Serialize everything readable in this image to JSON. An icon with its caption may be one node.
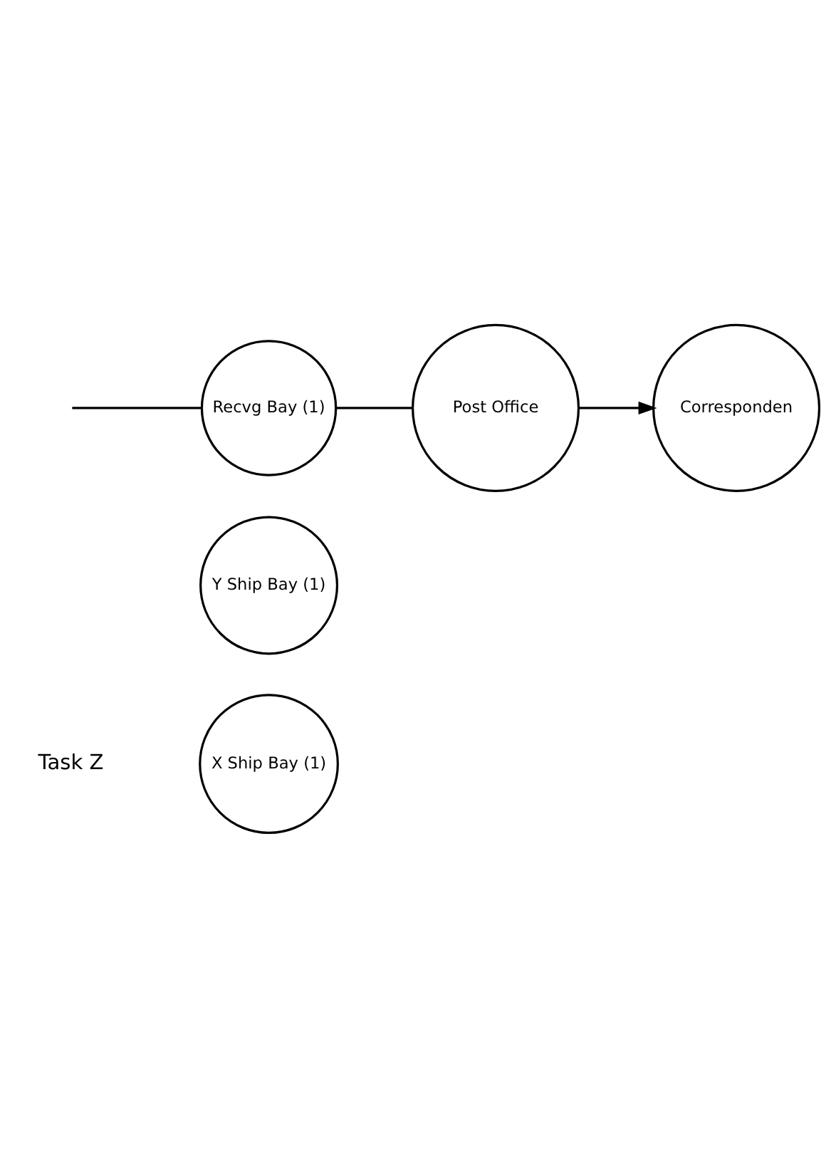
{
  "diagram": {
    "nodes": [
      {
        "text": [
          "X Ship Bay (1)"
        ]
      },
      {
        "text": [
          "Y Ship Bay (1)"
        ]
      },
      {
        "text": [
          "Recvg Bay (1)"
        ]
      },
      {
        "text": [
          "Post Office"
        ]
      },
      {
        "text": [
          "Corresponden"
        ]
      }
    ],
    "edges": [
      {
        "from": null,
        "to": 2,
        "arrow": "none"
      },
      {
        "from": 2,
        "to": 3,
        "arrow": "none"
      },
      {
        "from": 3,
        "to": 4,
        "arrow": "to"
      }
    ],
    "labels": [
      "Task Z"
    ]
  }
}
